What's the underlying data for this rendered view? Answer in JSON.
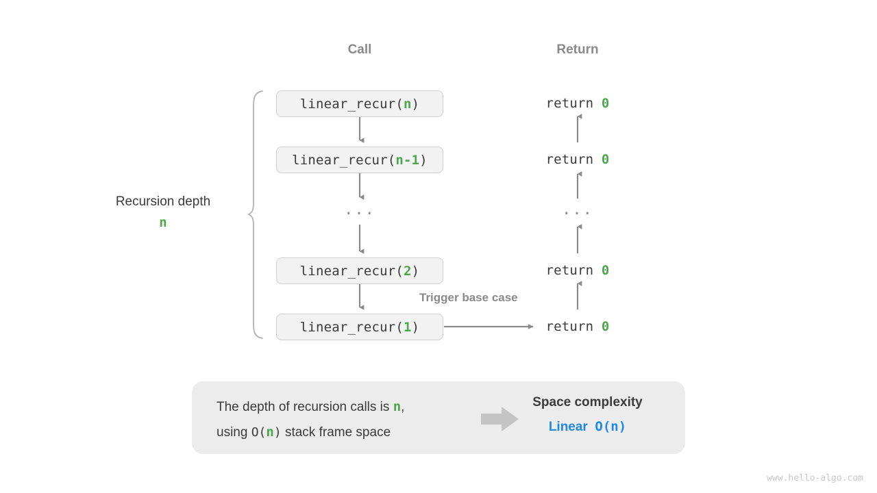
{
  "headers": {
    "call": "Call",
    "return": "Return"
  },
  "depth": {
    "title": "Recursion depth",
    "value": "n"
  },
  "call_stack": [
    {
      "prefix": "linear_recur(",
      "param": "n",
      "suffix": ")"
    },
    {
      "prefix": "linear_recur(",
      "param": "n-1",
      "suffix": ")"
    },
    {
      "prefix": "linear_recur(",
      "param": "2",
      "suffix": ")"
    },
    {
      "prefix": "linear_recur(",
      "param": "1",
      "suffix": ")"
    }
  ],
  "returns": [
    {
      "text": "return ",
      "value": "0"
    },
    {
      "text": "return ",
      "value": "0"
    },
    {
      "text": "return ",
      "value": "0"
    },
    {
      "text": "return ",
      "value": "0"
    }
  ],
  "ellipsis": "···",
  "trigger_label": "Trigger base case",
  "info": {
    "line1_a": "The depth of recursion calls is ",
    "line1_n": "n",
    "line1_b": ",",
    "line2_a": "using ",
    "line2_o": "O(",
    "line2_n": "n",
    "line2_c": ")",
    "line2_b": " stack frame space",
    "result_title": "Space complexity",
    "result_kind": "Linear",
    "result_notation": "O(n)"
  },
  "watermark": "www.hello-algo.com",
  "colors": {
    "green": "#4ca64c",
    "blue": "#1e88e5",
    "gray_arrow": "#8a8a8a",
    "box_fill": "#f2f2f2",
    "box_border": "#cfcfcf",
    "panel_bg": "#ececec",
    "text": "#3a3a3a",
    "header_gray": "#8a8a8a",
    "watermark_gray": "#c8c8c8"
  }
}
